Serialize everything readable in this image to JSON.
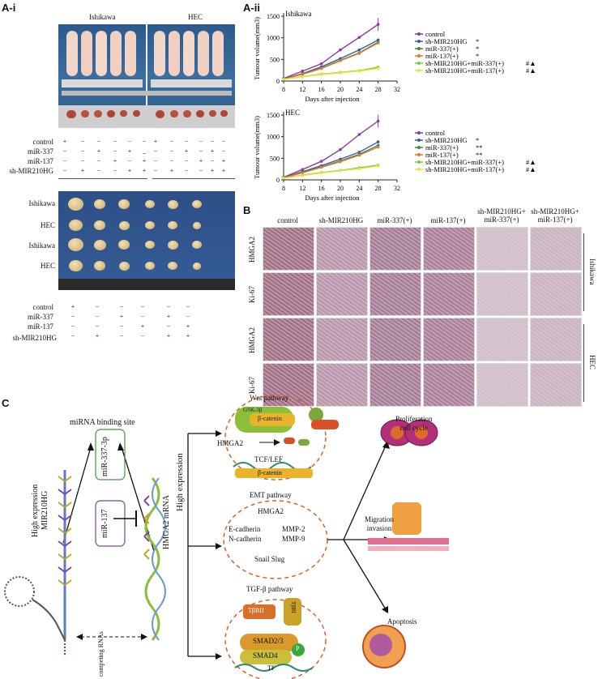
{
  "panels": {
    "ai": "A-i",
    "aii": "A-ii",
    "b": "B",
    "c": "C"
  },
  "ai": {
    "photo_labels": [
      "Ishikawa",
      "HEC"
    ],
    "top_table": {
      "rows": [
        {
          "label": "control",
          "signs": [
            "+",
            "−",
            "−",
            "−",
            "−",
            "−",
            "+",
            "−",
            "−",
            "−",
            "−",
            "−"
          ]
        },
        {
          "label": "miR-337",
          "signs": [
            "−",
            "−",
            "+",
            "−",
            "+",
            "_",
            "−",
            "−",
            "+",
            "−",
            "+",
            "−"
          ]
        },
        {
          "label": "miR-137",
          "signs": [
            "−",
            "−",
            "−",
            "+",
            "−",
            "+",
            "−",
            "−",
            "−",
            "+",
            "−",
            "+"
          ]
        },
        {
          "label": "sh-MIR210HG",
          "signs": [
            "−",
            "+",
            "−",
            "−",
            "+",
            "+",
            "−",
            "+",
            "−",
            "−",
            "+",
            "+"
          ]
        }
      ]
    },
    "tumor_rows": [
      "Ishikawa",
      "HEC",
      "Ishikawa",
      "HEC"
    ],
    "bottom_table": {
      "rows": [
        {
          "label": "control",
          "signs": [
            "+",
            "−",
            "−",
            "−",
            "−",
            "−"
          ]
        },
        {
          "label": "miR-337",
          "signs": [
            "−",
            "−",
            "+",
            "−",
            "+",
            "−"
          ]
        },
        {
          "label": "miR-137",
          "signs": [
            "−",
            "−",
            "−",
            "+",
            "−",
            "+"
          ]
        },
        {
          "label": "sh-MIR210HG",
          "signs": [
            "−",
            "+",
            "−",
            "−",
            "+",
            "+"
          ]
        }
      ]
    }
  },
  "chart_data": [
    {
      "type": "line",
      "title": "Ishikawa",
      "xlabel": "Days after injection",
      "ylabel": "Tumour volume(mm3)",
      "x": [
        8,
        12,
        16,
        20,
        24,
        28
      ],
      "xticks": [
        8,
        12,
        16,
        20,
        24,
        28,
        32
      ],
      "yticks": [
        0,
        500,
        1000,
        1500
      ],
      "xlim": [
        8,
        32
      ],
      "ylim": [
        0,
        1500
      ],
      "series": [
        {
          "name": "control",
          "mark": "",
          "color": "#8e3b9c",
          "values": [
            60,
            230,
            400,
            720,
            1010,
            1310
          ]
        },
        {
          "name": "sh-MIR210HG",
          "mark": "*",
          "color": "#3a5ca8",
          "values": [
            50,
            170,
            330,
            520,
            720,
            950
          ]
        },
        {
          "name": "miR-337(+)",
          "mark": "*",
          "color": "#3c8a3c",
          "values": [
            45,
            160,
            300,
            480,
            650,
            900
          ]
        },
        {
          "name": "miR-137(+)",
          "mark": "*",
          "color": "#e07a2a",
          "values": [
            45,
            155,
            290,
            470,
            640,
            880
          ]
        },
        {
          "name": "sh-MIR210HG+miR-337(+)",
          "mark": "#▲",
          "color": "#7acb3a",
          "values": [
            40,
            100,
            160,
            200,
            240,
            320
          ]
        },
        {
          "name": "sh-MIR210HG+miR-137(+)",
          "mark": "#▲",
          "color": "#f2e03a",
          "values": [
            40,
            95,
            150,
            190,
            230,
            290
          ]
        }
      ]
    },
    {
      "type": "line",
      "title": "HEC",
      "xlabel": "Days after injection",
      "ylabel": "Tumour volume(mm3)",
      "x": [
        8,
        12,
        16,
        20,
        24,
        28
      ],
      "xticks": [
        8,
        12,
        16,
        20,
        24,
        28,
        32
      ],
      "yticks": [
        0,
        500,
        1000,
        1500
      ],
      "xlim": [
        8,
        32
      ],
      "ylim": [
        0,
        1500
      ],
      "series": [
        {
          "name": "control",
          "mark": "",
          "color": "#8e3b9c",
          "values": [
            60,
            240,
            430,
            700,
            1050,
            1360
          ]
        },
        {
          "name": "sh-MIR210HG",
          "mark": "*",
          "color": "#3a5ca8",
          "values": [
            50,
            190,
            330,
            480,
            640,
            880
          ]
        },
        {
          "name": "miR-337(+)",
          "mark": "**",
          "color": "#3c8a3c",
          "values": [
            45,
            170,
            300,
            440,
            590,
            800
          ]
        },
        {
          "name": "miR-137(+)",
          "mark": "**",
          "color": "#e07a2a",
          "values": [
            45,
            165,
            290,
            420,
            570,
            760
          ]
        },
        {
          "name": "sh-MIR210HG+miR-337(+)",
          "mark": "#▲",
          "color": "#7acb3a",
          "values": [
            40,
            110,
            170,
            220,
            280,
            340
          ]
        },
        {
          "name": "sh-MIR210HG+miR-137(+)",
          "mark": "#▲",
          "color": "#f2e03a",
          "values": [
            40,
            100,
            160,
            210,
            260,
            320
          ]
        }
      ]
    }
  ],
  "b": {
    "columns": [
      "control",
      "sh-MIR210HG",
      "miR-337(+)",
      "miR-137(+)",
      "sh-MIR210HG+\nmiR-337(+)",
      "sh-MIR210HG+\nmiR-137(+)"
    ],
    "rows": [
      "HMGA2",
      "Ki-67",
      "HMGA2",
      "Ki-67"
    ],
    "groups": [
      "Ishikawa",
      "HEC"
    ]
  },
  "c": {
    "binding_site": "miRNA binding site",
    "mir337": "miR-337-3p",
    "mir137": "miR-137",
    "left_label": "High expression\nMIR210HG",
    "hmga2_mrna": "HMGA2 mRNA",
    "competing": "competing RNAs",
    "high_expression": "High expression",
    "wnt": {
      "title": "Wnt pathway",
      "gsk": "GSK-3β",
      "bcat": "β-catenin",
      "hmga2": "HMGA2",
      "tcf": "TCF/LEF",
      "bcat2": "β-catenin"
    },
    "emt": {
      "title": "EMT pathway",
      "hmga2": "HMGA2",
      "ecad": "E-cadherin",
      "ncad": "N-cadherin",
      "mmp2": "MMP-2",
      "mmp9": "MMP-9",
      "snail": "Snail Slug"
    },
    "tgf": {
      "title": "TGF-β pathway",
      "tbr1": "TβRI",
      "tbr2": "TβRII",
      "smad23": "SMAD2/3",
      "smad4": "SMAD4",
      "p": "P",
      "tf": "TF"
    },
    "outcomes": {
      "prolif": "Proliferation\ncell cycle",
      "migr": "Migration\ninvasion",
      "apop": "Apoptosis"
    }
  }
}
